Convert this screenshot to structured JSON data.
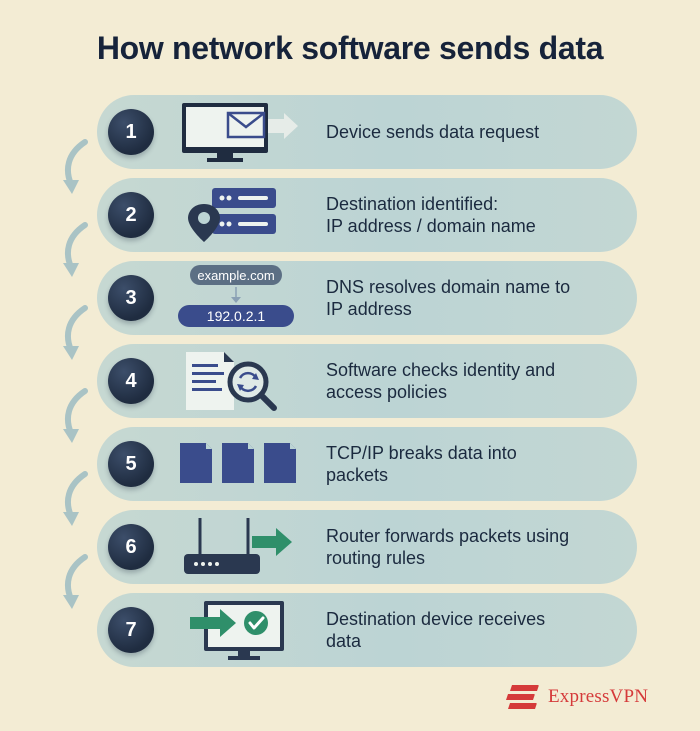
{
  "title": "How network software sends data",
  "colors": {
    "background": "#f3ecd4",
    "step_fill": "#bcd4d4",
    "number_badge": "#1f2c40",
    "accent_blue": "#3a4c8c",
    "accent_green": "#2f8f6a",
    "brand_red": "#d53a3a"
  },
  "steps": [
    {
      "number": "1",
      "text": "Device sends data request",
      "icon": "monitor-envelope-icon"
    },
    {
      "number": "2",
      "text": "Destination identified:\nIP address / domain name",
      "icon": "server-location-icon"
    },
    {
      "number": "3",
      "text": "DNS resolves domain name to\nIP address",
      "icon": "dns-lookup-icon",
      "domain_label": "example.com",
      "ip_label": "192.0.2.1"
    },
    {
      "number": "4",
      "text": "Software checks identity and\naccess policies",
      "icon": "document-magnifier-icon"
    },
    {
      "number": "5",
      "text": "TCP/IP breaks data into\npackets",
      "icon": "packets-icon"
    },
    {
      "number": "6",
      "text": "Router forwards packets using\nrouting rules",
      "icon": "router-arrow-icon"
    },
    {
      "number": "7",
      "text": "Destination device receives\ndata",
      "icon": "monitor-check-icon"
    }
  ],
  "brand": {
    "name": "ExpressVPN",
    "icon": "expressvpn-logo-icon"
  }
}
